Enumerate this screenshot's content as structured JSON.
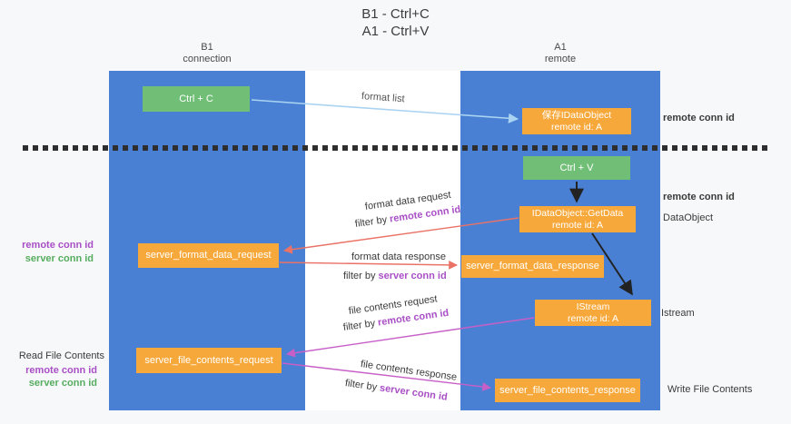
{
  "title": {
    "line1": "B1 - Ctrl+C",
    "line2": "A1 - Ctrl+V"
  },
  "columns": {
    "left": {
      "name": "B1",
      "role": "connection"
    },
    "right": {
      "name": "A1",
      "role": "remote"
    }
  },
  "nodes": {
    "ctrl_c": "Ctrl + C",
    "ctrl_v": "Ctrl + V",
    "save_dataobject_line1": "保存IDataObject",
    "save_dataobject_line2": "remote id: A",
    "getdata_line1": "IDataObject::GetData",
    "getdata_line2": "remote id: A",
    "format_request": "server_format_data_request",
    "format_response": "server_format_data_response",
    "istream_line1": "IStream",
    "istream_line2": "remote id: A",
    "file_request": "server_file_contents_request",
    "file_response": "server_file_contents_response"
  },
  "flow_labels": {
    "format_list": "format list",
    "format_data_request": "format data request",
    "format_data_response": "format data response",
    "file_contents_request": "file contents request",
    "file_contents_response": "file contents response",
    "filter_by": "filter by"
  },
  "side_labels": {
    "remote_conn_id": "remote conn id",
    "server_conn_id": "server conn id",
    "dataobject": "DataObject",
    "istream": "Istream",
    "read_file_contents": "Read File Contents",
    "write_file_contents": "Write File Contents"
  },
  "colors": {
    "column_blue": "#4a80d3",
    "node_orange": "#f7a83a",
    "node_green": "#71bf77",
    "arrow_red": "#ea7266",
    "arrow_magenta": "#c75fc7",
    "arrow_light_blue": "#a9d3f1",
    "arrow_black": "#222222",
    "label_purple": "#a94fc6",
    "label_green": "#56ad60"
  }
}
